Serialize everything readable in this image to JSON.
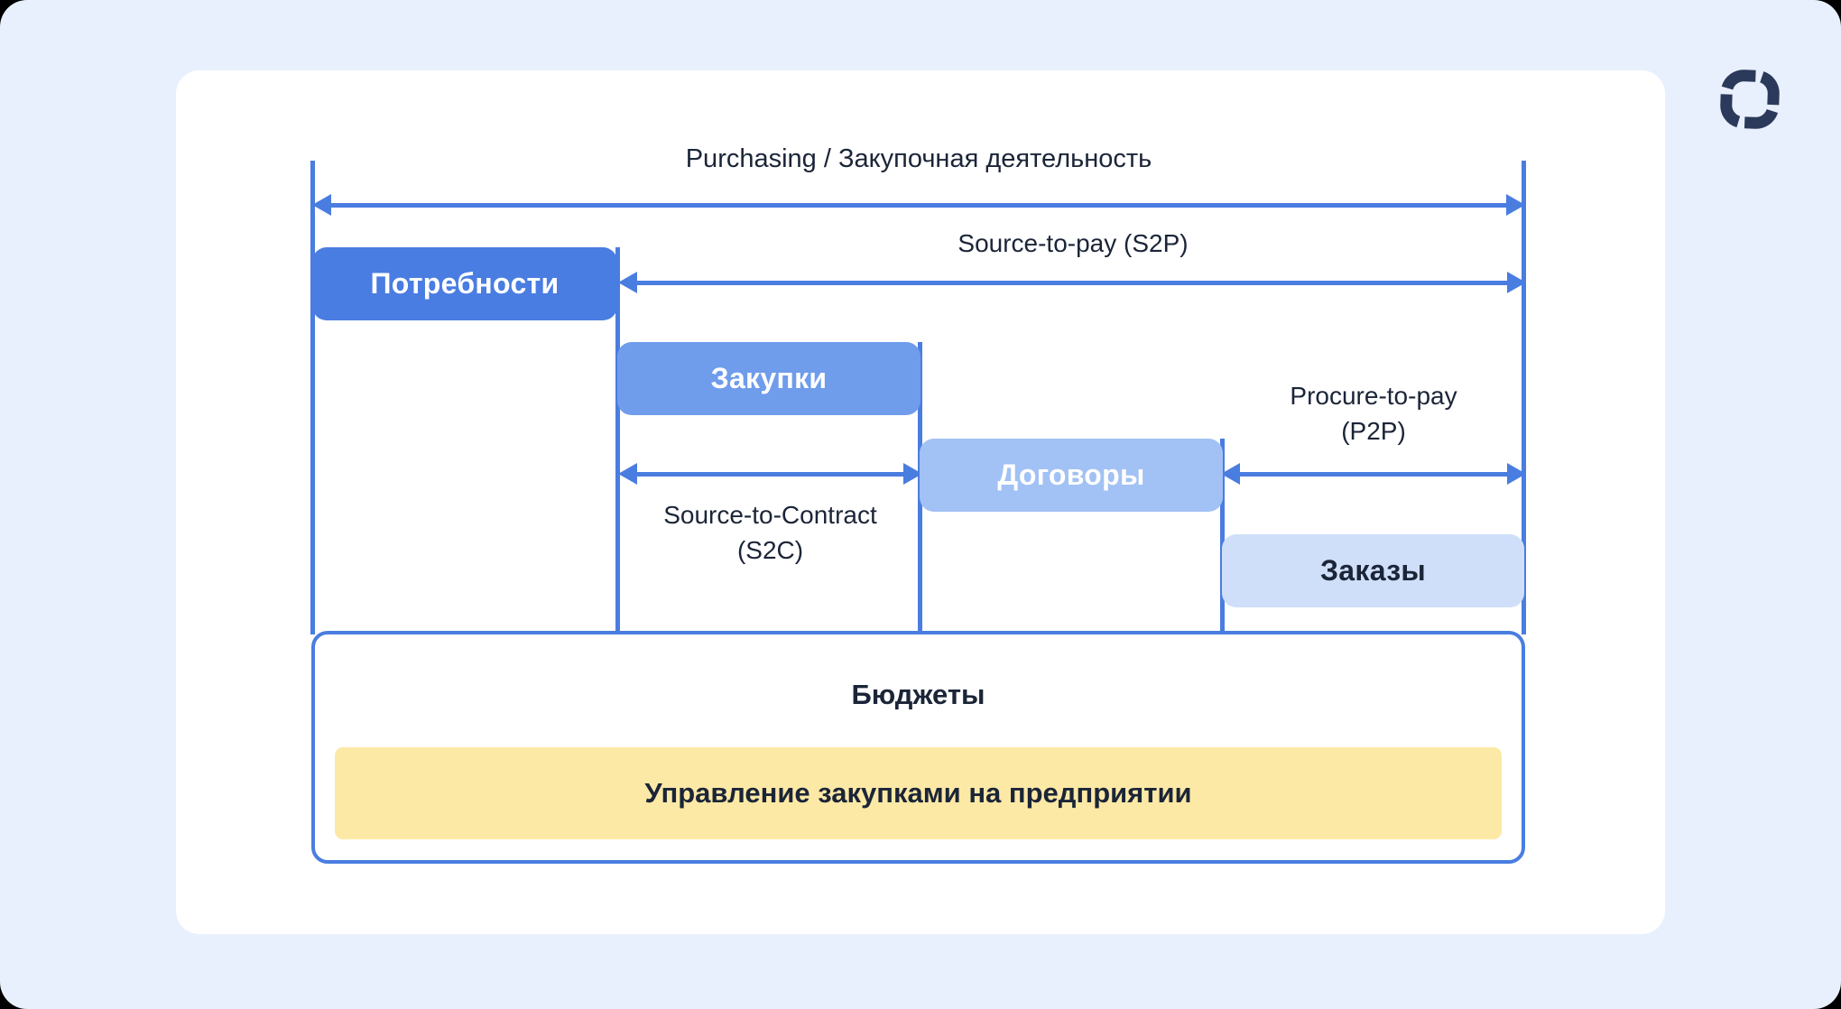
{
  "frame": {
    "background": "#e9f0fd",
    "card_background": "#ffffff"
  },
  "logo": {
    "description": "rounded-square pinwheel brand mark",
    "color": "#2b3a5a"
  },
  "diagram": {
    "accent_color": "#4a7de0",
    "text_color": "#1b2538",
    "title": "Purchasing / Закупочная деятельность",
    "spans": {
      "s2p": {
        "label": "Source-to-pay (S2P)"
      },
      "s2c": {
        "line1": "Source-to-Contract",
        "line2": "(S2C)"
      },
      "p2p": {
        "line1": "Procure-to-pay",
        "line2": "(P2P)"
      }
    },
    "stages": [
      {
        "id": "needs",
        "label": "Потребности",
        "bg": "#4a7de2",
        "text": "#ffffff"
      },
      {
        "id": "sourcing",
        "label": "Закупки",
        "bg": "#6f9ceb",
        "text": "#ffffff"
      },
      {
        "id": "contracts",
        "label": "Договоры",
        "bg": "#a2c1f4",
        "text": "#ffffff"
      },
      {
        "id": "orders",
        "label": "Заказы",
        "bg": "#cfdff9",
        "text": "#1b2538"
      }
    ],
    "budgets": {
      "label": "Бюджеты"
    },
    "management": {
      "label": "Управление закупками на предприятии",
      "bg": "#fde9a6"
    }
  }
}
